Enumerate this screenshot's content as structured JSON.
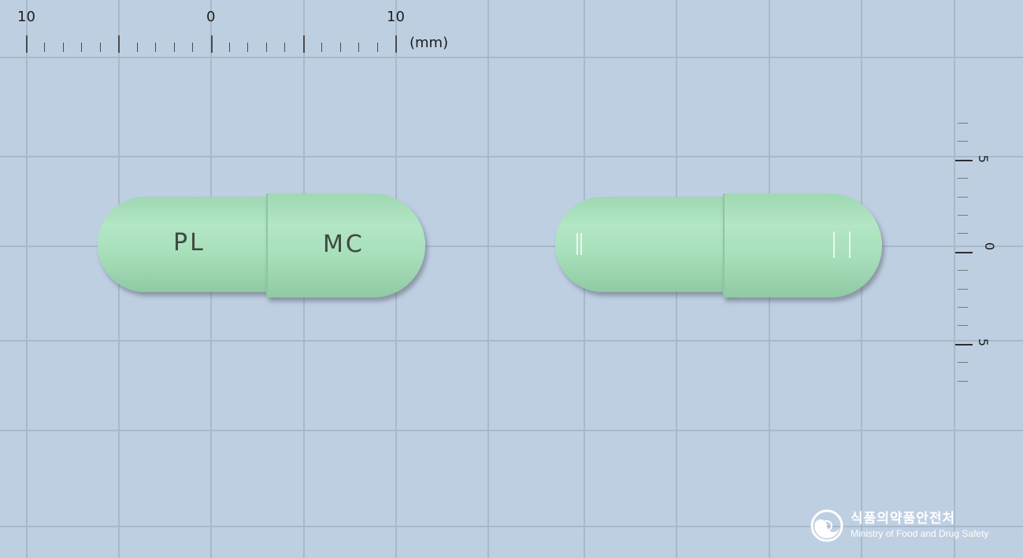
{
  "ruler_top": {
    "labels": [
      "10",
      "0",
      "10"
    ],
    "unit": "(mm)"
  },
  "ruler_right": {
    "labels": [
      "5",
      "0",
      "5"
    ]
  },
  "capsules": [
    {
      "side": "front",
      "left_imprint": "PL",
      "right_imprint": "MC"
    },
    {
      "side": "back"
    }
  ],
  "logo": {
    "korean": "식품의약품안전처",
    "english": "Ministry of Food and Drug Safety"
  },
  "colors": {
    "background": "#bfcfe2",
    "grid": "#a9b9cc",
    "capsule": "#aee1c0",
    "imprint": "#3d4a40"
  }
}
